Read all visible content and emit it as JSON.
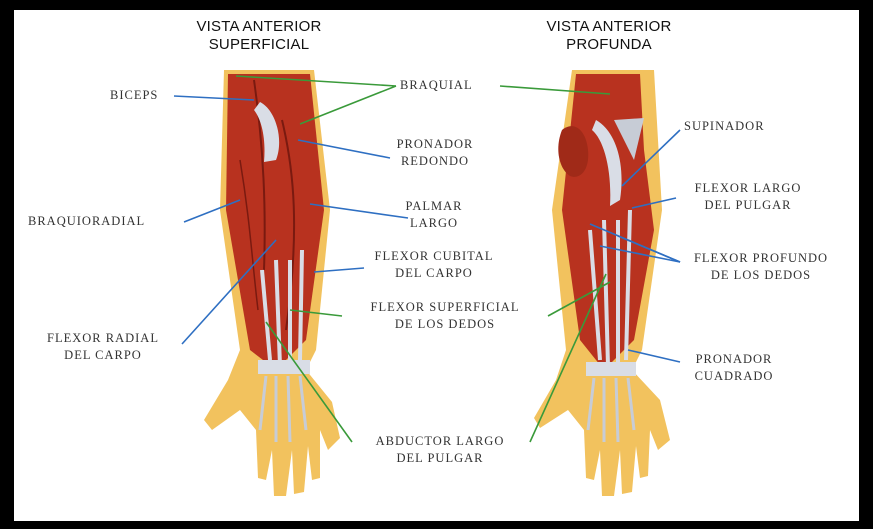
{
  "headings": {
    "superficial": [
      "VISTA ANTERIOR",
      "SUPERFICIAL"
    ],
    "profunda": [
      "VISTA ANTERIOR",
      "PROFUNDA"
    ]
  },
  "labels": {
    "biceps": "BICEPS",
    "braquial": "BRAQUIAL",
    "pronador_redondo": [
      "PRONADOR",
      "REDONDO"
    ],
    "palmar_largo": [
      "PALMAR",
      "LARGO"
    ],
    "braquioradial": "BRAQUIORADIAL",
    "flexor_cubital": [
      "FLEXOR CUBITAL",
      "DEL CARPO"
    ],
    "flexor_superficial": [
      "FLEXOR SUPERFICIAL",
      "DE LOS DEDOS"
    ],
    "flexor_radial": [
      "FLEXOR RADIAL",
      "DEL CARPO"
    ],
    "abductor_largo": [
      "ABDUCTOR LARGO",
      "DEL PULGAR"
    ],
    "supinador": "SUPINADOR",
    "flexor_largo_pulgar": [
      "FLEXOR LARGO",
      "DEL PULGAR"
    ],
    "flexor_profundo": [
      "FLEXOR PROFUNDO",
      "DE LOS DEDOS"
    ],
    "pronador_cuadrado": [
      "PRONADOR",
      "CUADRADO"
    ]
  },
  "colors": {
    "muscle": "#b8321f",
    "muscle_dark": "#7a1a10",
    "skin": "#f2c25e",
    "tendon": "#d9dde6",
    "line_blue": "#2e6fc2",
    "line_green": "#3a9a3a"
  }
}
